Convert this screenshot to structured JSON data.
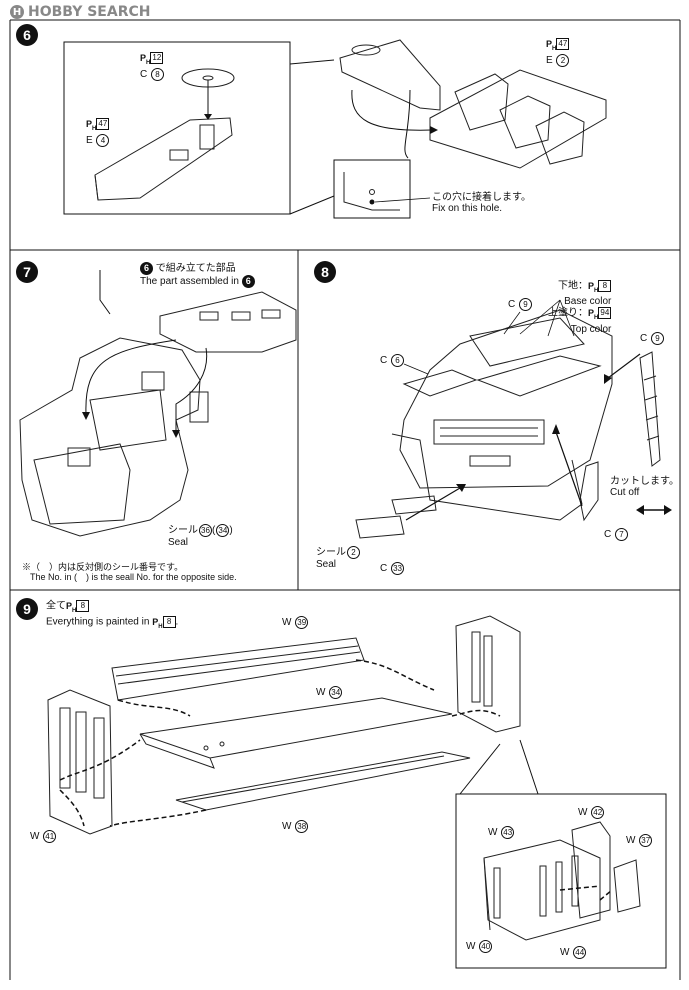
{
  "header": {
    "site_name": "HOBBY SEARCH"
  },
  "step6": {
    "number": "6",
    "left_seat_part": {
      "prefix": "P",
      "sub": "H",
      "box": "47",
      "code": "E",
      "circled": "4"
    },
    "wheel_part": {
      "prefix": "P",
      "sub": "H",
      "box": "12",
      "code": "C",
      "circled": "8"
    },
    "right_seats_part": {
      "prefix": "P",
      "sub": "H",
      "box": "47",
      "code": "E",
      "circled": "2"
    },
    "hole_note_jp": "この穴に接着します。",
    "hole_note_en": "Fix on this hole."
  },
  "step7": {
    "number": "7",
    "assembled_ref": "6",
    "assembled_jp": "で組み立てた部品",
    "assembled_en": "The part assembled in",
    "assembled_en_ref": "6",
    "seal_jp": "シール",
    "seal_en": "Seal",
    "seal_no": "36",
    "seal_no_alt": "34",
    "footnote_jp": "※（　）内は反対側のシール番号です。",
    "footnote_en": "The No. in (　) is the seall No. for the opposite side."
  },
  "step8": {
    "number": "8",
    "base_jp": "下地",
    "base_en": "Base color",
    "base_box": "8",
    "top_jp": "上塗り",
    "top_en": "Top color",
    "top_box": "94",
    "c9_top": {
      "code": "C",
      "circled": "9"
    },
    "c6": {
      "code": "C",
      "circled": "6"
    },
    "c9_right": {
      "code": "C",
      "circled": "9"
    },
    "cut_jp": "カットします。",
    "cut_en": "Cut off",
    "c7": {
      "code": "C",
      "circled": "7"
    },
    "seal_jp": "シール",
    "seal_en": "Seal",
    "seal_no": "2",
    "c33": {
      "code": "C",
      "circled": "33"
    }
  },
  "step9": {
    "number": "9",
    "all_jp": "全て",
    "all_box": "8",
    "all_en": "Everything is painted in",
    "all_en_box": "8",
    "w39": {
      "code": "W",
      "circled": "39"
    },
    "w34": {
      "code": "W",
      "circled": "34"
    },
    "w41": {
      "code": "W",
      "circled": "41"
    },
    "w38": {
      "code": "W",
      "circled": "38"
    },
    "w42": {
      "code": "W",
      "circled": "42"
    },
    "w43": {
      "code": "W",
      "circled": "43"
    },
    "w37": {
      "code": "W",
      "circled": "37"
    },
    "w40": {
      "code": "W",
      "circled": "40"
    },
    "w44": {
      "code": "W",
      "circled": "44"
    }
  }
}
